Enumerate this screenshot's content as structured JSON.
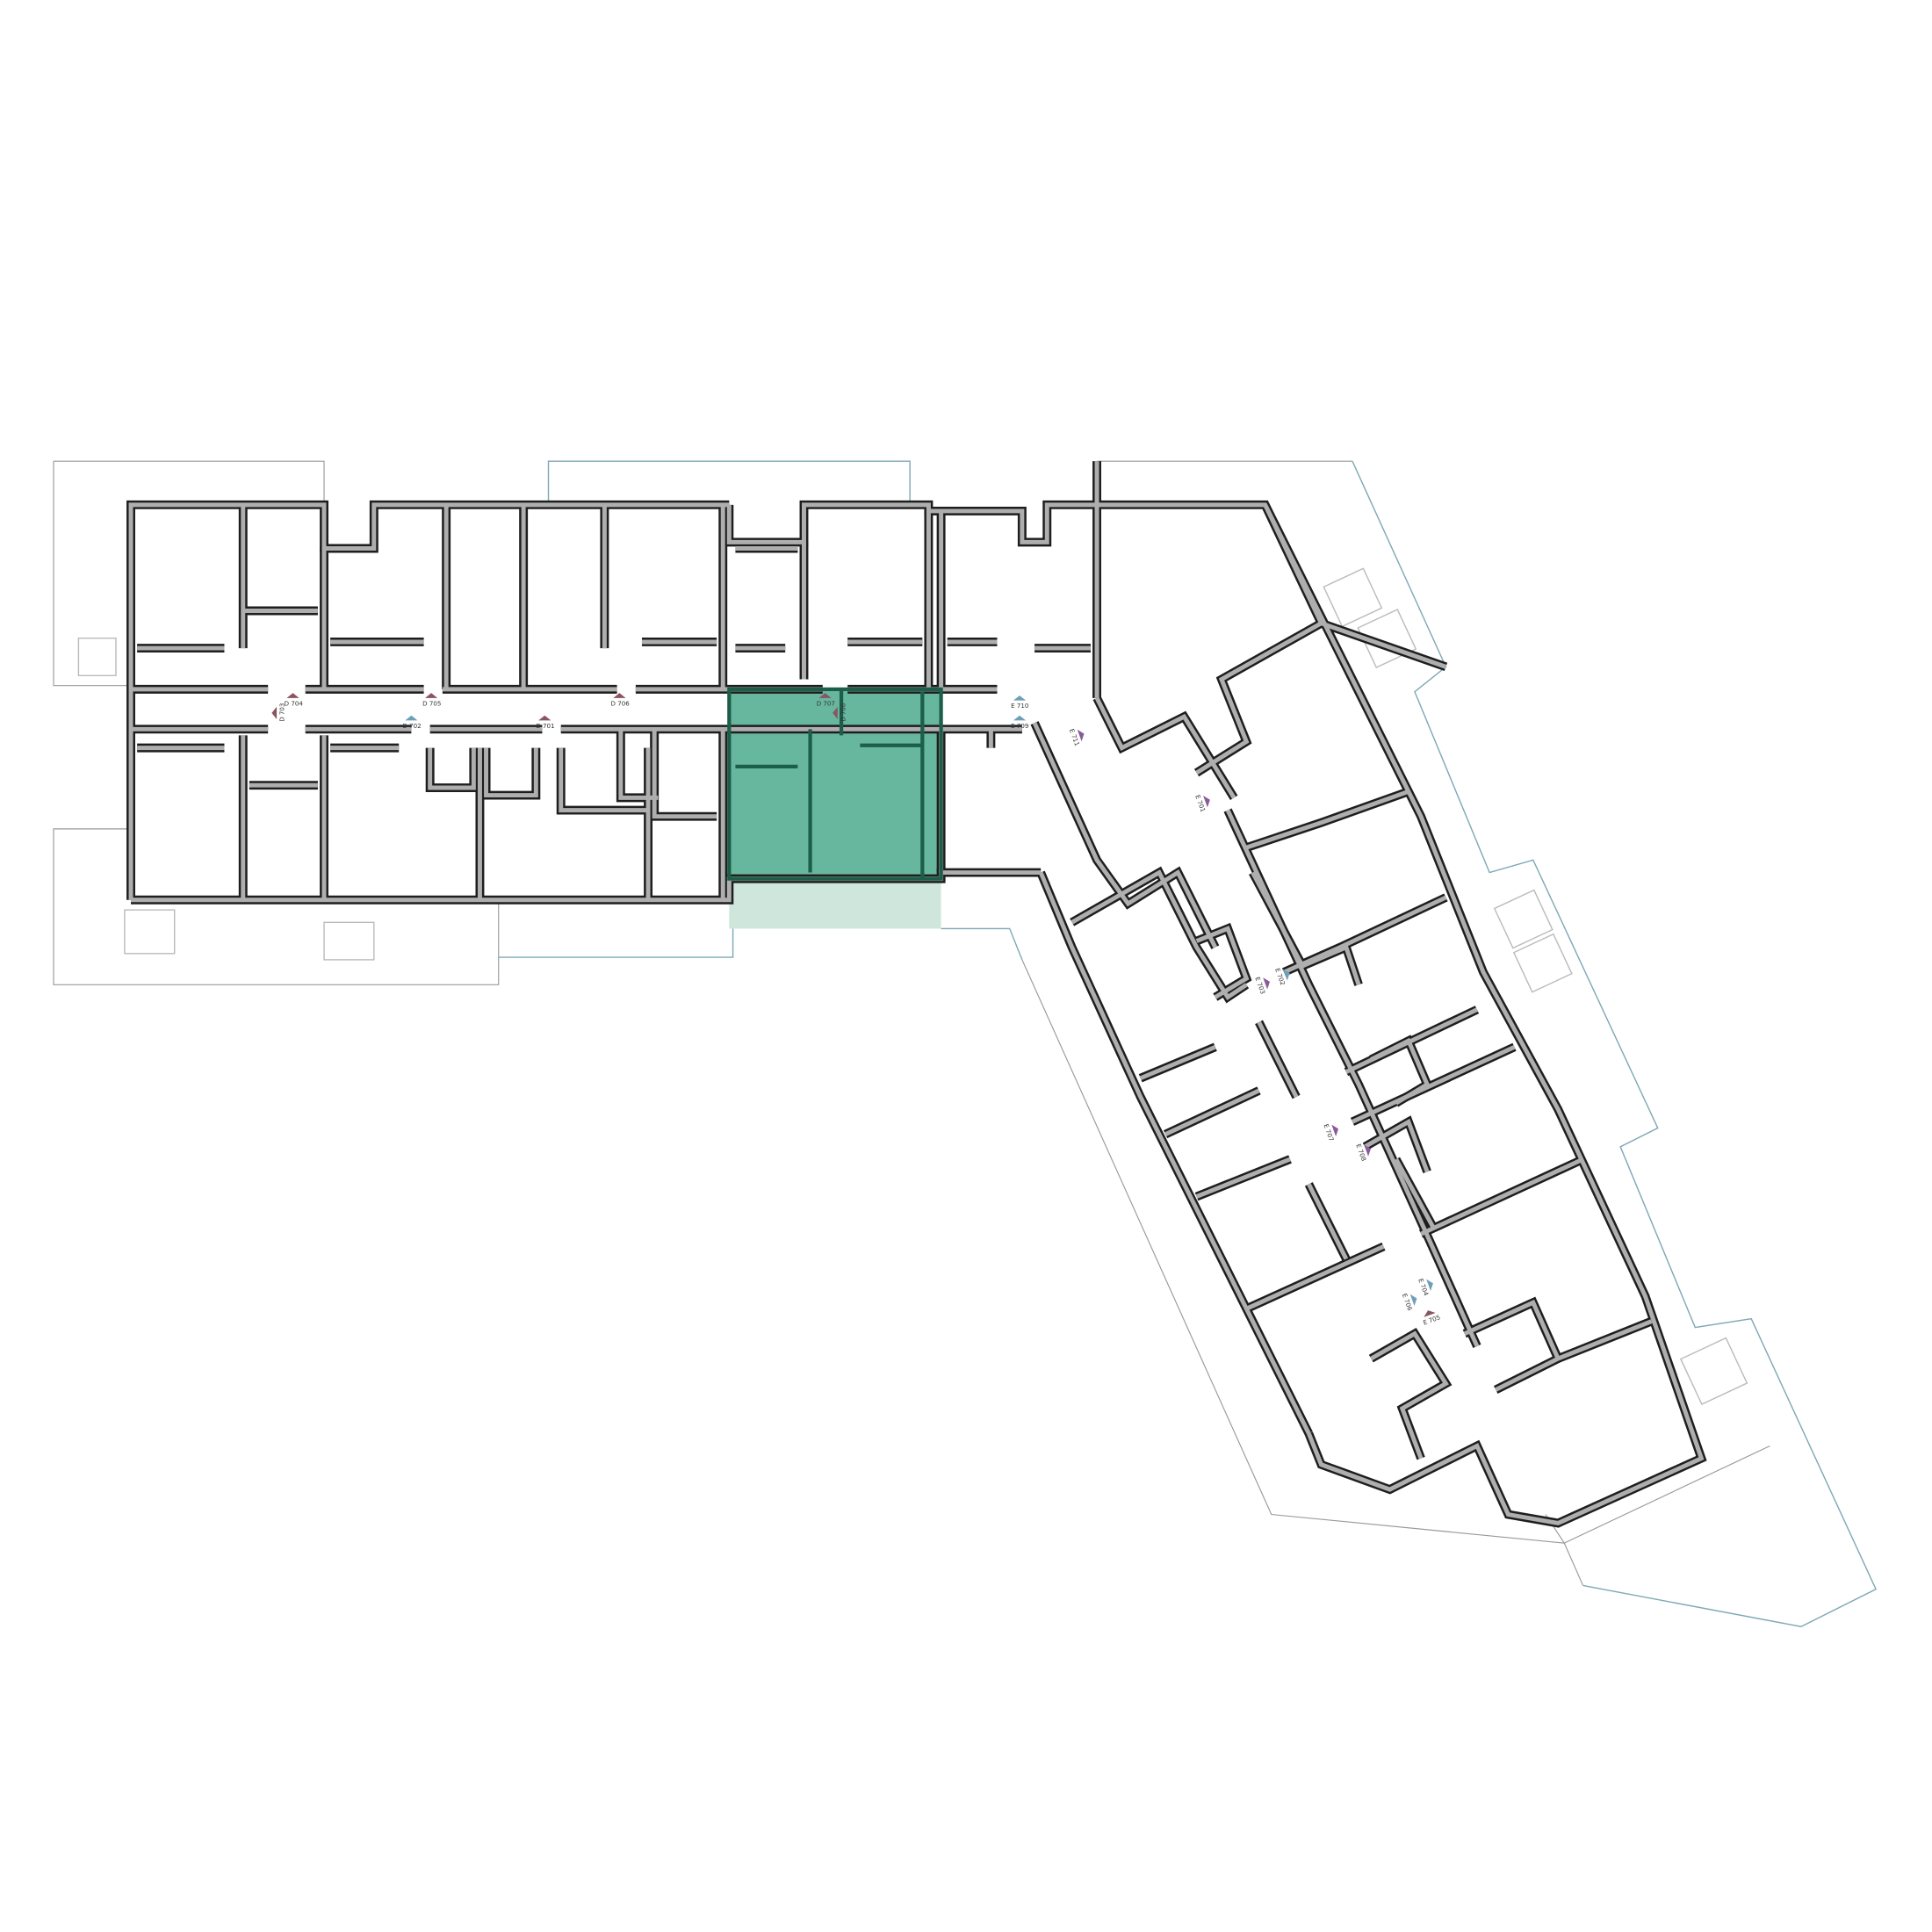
{
  "plan": {
    "highlight_color": "#5fb39a",
    "balcony_color": "#cfe6dd",
    "highlighted_unit": "D 707"
  },
  "doors": [
    {
      "label": "D 703",
      "kind": "maroon"
    },
    {
      "label": "D 704",
      "kind": "maroon"
    },
    {
      "label": "D 705",
      "kind": "maroon"
    },
    {
      "label": "D 706",
      "kind": "maroon"
    },
    {
      "label": "D 707",
      "kind": "maroon"
    },
    {
      "label": "D 708",
      "kind": "maroon"
    },
    {
      "label": "D 702",
      "kind": "blue"
    },
    {
      "label": "D 701",
      "kind": "maroon"
    },
    {
      "label": "E 710",
      "kind": "blue"
    },
    {
      "label": "E 709",
      "kind": "blue"
    },
    {
      "label": "E 711",
      "kind": "purple"
    },
    {
      "label": "E 701",
      "kind": "purple"
    },
    {
      "label": "E 702",
      "kind": "blue"
    },
    {
      "label": "E 703",
      "kind": "purple"
    },
    {
      "label": "E 707",
      "kind": "purple"
    },
    {
      "label": "E 708",
      "kind": "purple"
    },
    {
      "label": "E 704",
      "kind": "blue"
    },
    {
      "label": "E 706",
      "kind": "blue"
    },
    {
      "label": "E 705",
      "kind": "maroon"
    }
  ],
  "colors": {
    "maroon": "#8a5560",
    "blue": "#6f9fb8",
    "purple": "#8a5a9a"
  }
}
